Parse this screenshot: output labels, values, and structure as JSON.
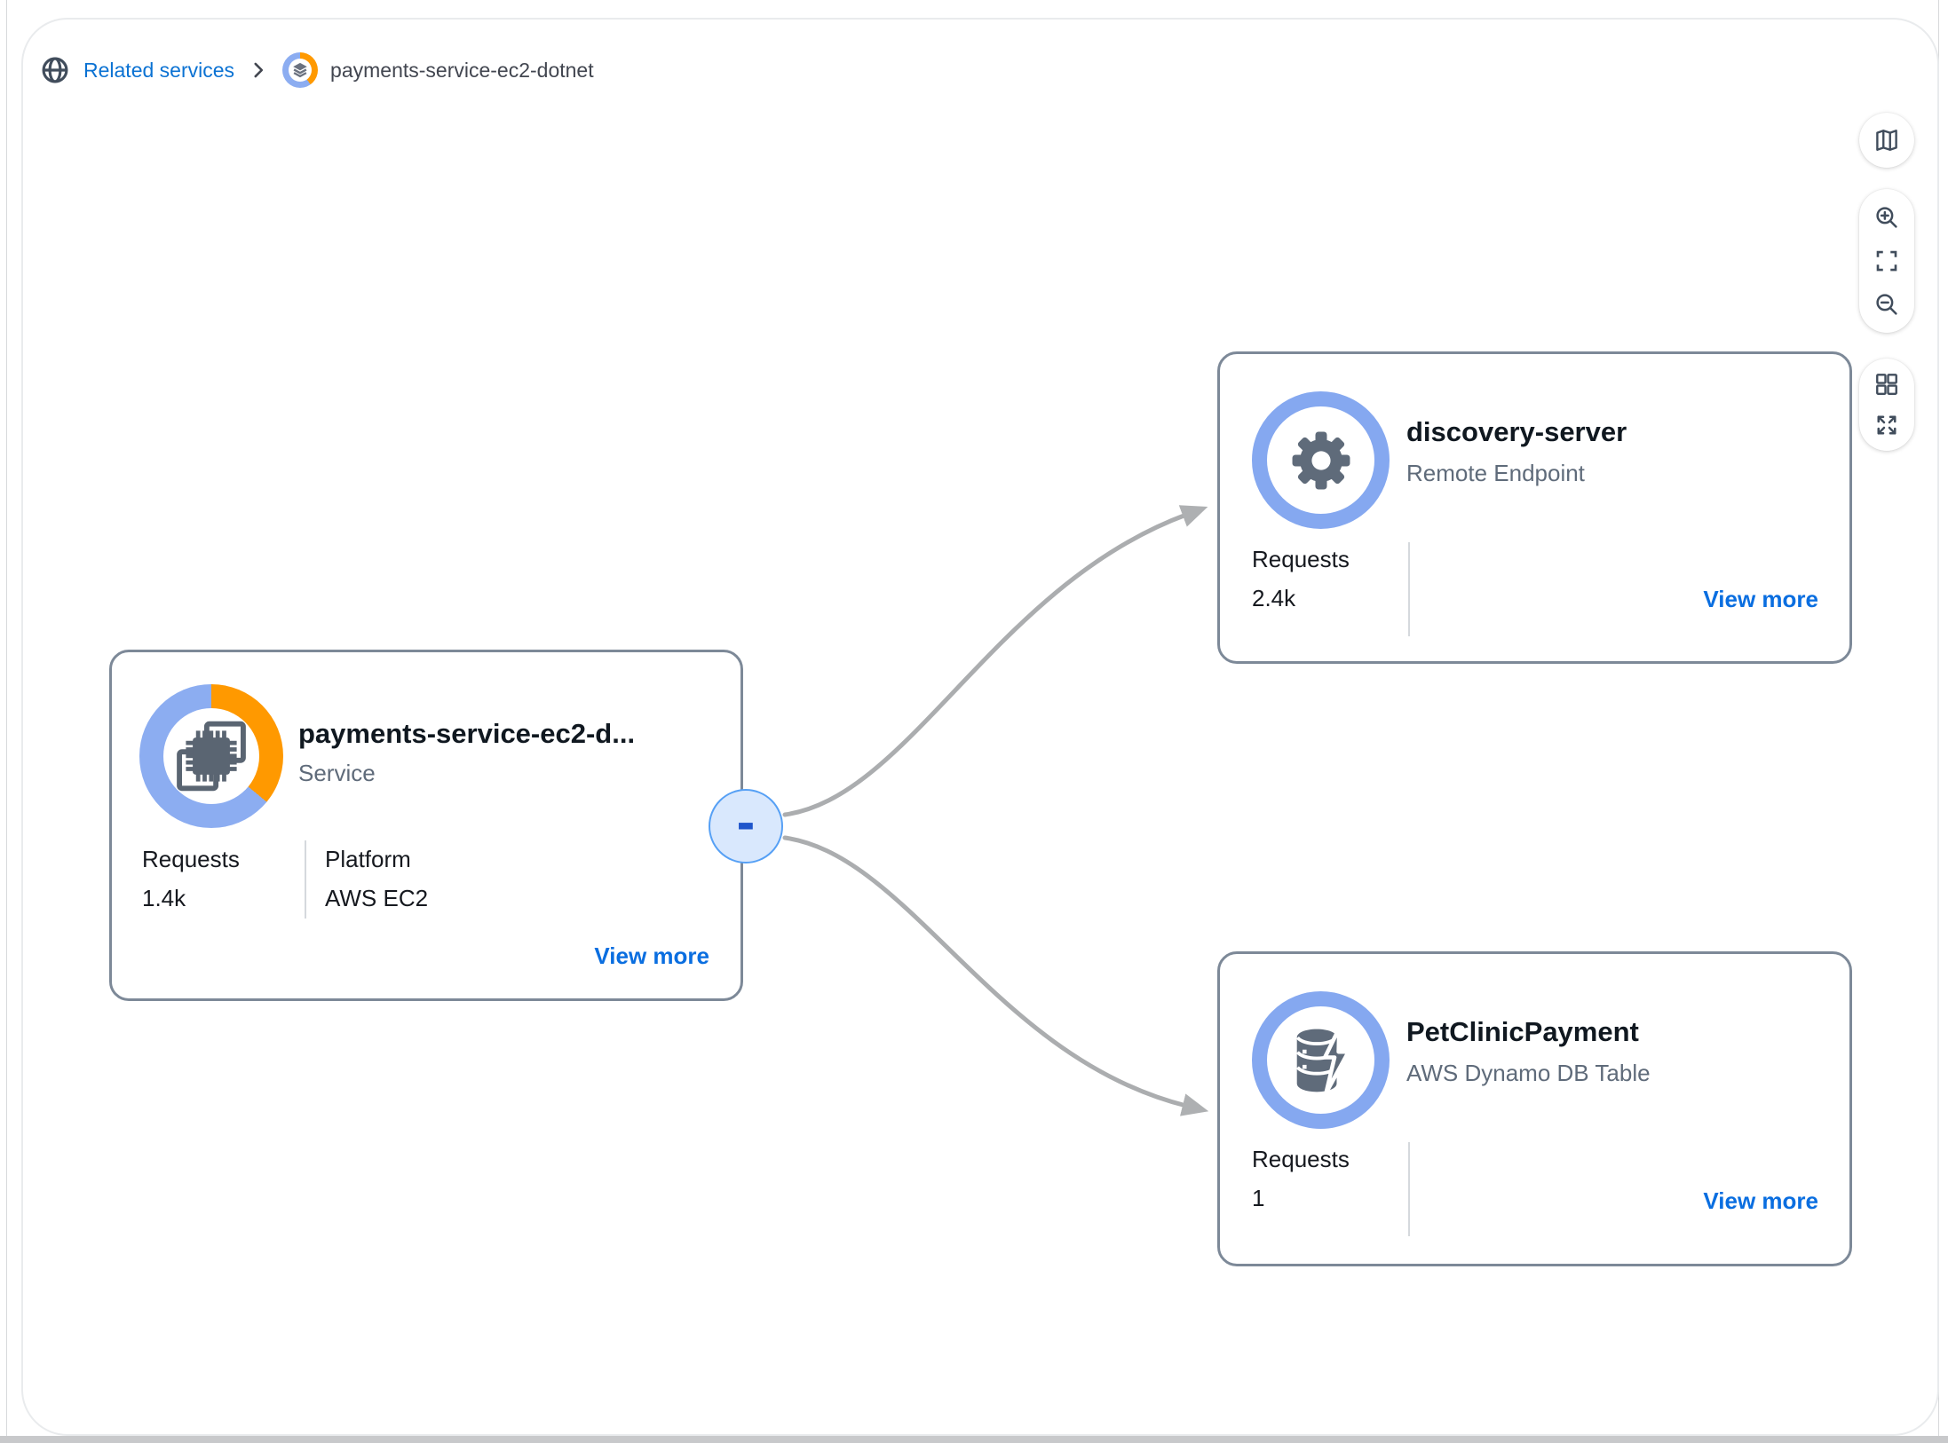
{
  "breadcrumb": {
    "items": [
      {
        "label": "Related services",
        "icon": "globe-icon",
        "type": "link"
      },
      {
        "label": "payments-service-ec2-dotnet",
        "icon": "app-signals-service-donut-icon",
        "type": "current"
      }
    ]
  },
  "toolbar": {
    "buttons": [
      {
        "name": "legend",
        "icon": "map-legend-icon"
      },
      {
        "name": "zoom-in",
        "icon": "zoom-in-icon"
      },
      {
        "name": "fit-to-screen",
        "icon": "fit-to-screen-icon"
      },
      {
        "name": "zoom-out",
        "icon": "zoom-out-icon"
      },
      {
        "name": "grid-layout",
        "icon": "grid-layout-icon"
      },
      {
        "name": "expand-all",
        "icon": "expand-arrows-icon"
      }
    ]
  },
  "nodes": [
    {
      "id": "payments-service",
      "title": "payments-service-ec2-d...",
      "subtitle": "Service",
      "icon": "compute-chip-icon",
      "ring_style": "donut",
      "ring_colors": {
        "blue": "#8cadf1",
        "orange": "#ff9900"
      },
      "stats": [
        {
          "label": "Requests",
          "value": "1.4k"
        },
        {
          "label": "Platform",
          "value": "AWS EC2"
        }
      ],
      "view_more": "View more"
    },
    {
      "id": "discovery-server",
      "title": "discovery-server",
      "subtitle": "Remote Endpoint",
      "icon": "gear-icon",
      "ring_style": "solid",
      "ring_colors": {
        "blue": "#85a8f0"
      },
      "stats": [
        {
          "label": "Requests",
          "value": "2.4k"
        }
      ],
      "view_more": "View more"
    },
    {
      "id": "PetClinicPayment",
      "title": "PetClinicPayment",
      "subtitle": "AWS Dynamo DB Table",
      "icon": "dynamodb-table-icon",
      "ring_style": "solid",
      "ring_colors": {
        "blue": "#85a8f0"
      },
      "stats": [
        {
          "label": "Requests",
          "value": "1"
        }
      ],
      "view_more": "View more"
    }
  ],
  "edges": {
    "collapse_symbol": "-",
    "count": 2,
    "color": "#abadaf"
  },
  "colors": {
    "link_blue": "#0b72d3",
    "view_more_blue": "#0a6ee0",
    "card_border": "#7d8998",
    "ring_blue": "#85a8f0",
    "ring_orange": "#ff9900",
    "icon_gray": "#5f6b7a",
    "collapse_fill": "#d9e8fd",
    "collapse_border": "#56a0f5",
    "collapse_dash": "#1f55cb"
  }
}
